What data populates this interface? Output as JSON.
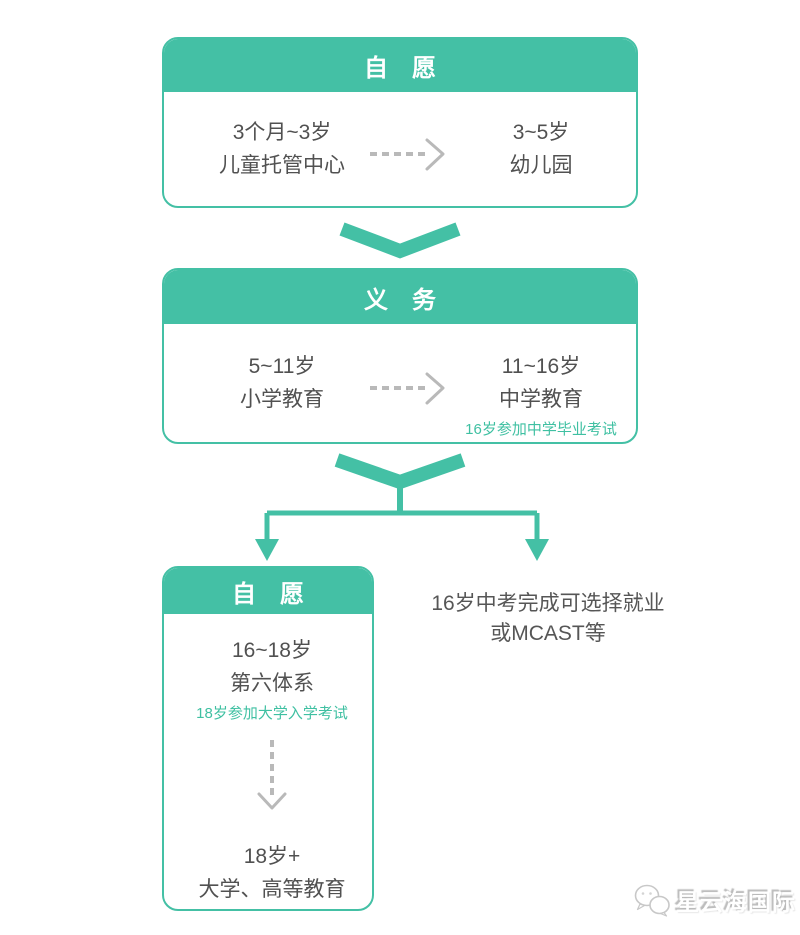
{
  "colors": {
    "teal": "#44C0A5",
    "body_text": "#515151",
    "note_teal": "#3FC0A2",
    "dashed_arrow_gray": "#B9B9B9",
    "watermark_gray": "#C8C8C8",
    "background": "#FFFFFF"
  },
  "icons": {
    "chevron_down_icon": "thick teal V chevron",
    "branch_split_icon": "teal Y split with two arrowheads",
    "dashed_arrow_right_icon": "gray dashed arrow pointing right",
    "dashed_arrow_down_icon": "gray dashed arrow pointing down",
    "wechat_icon": "two chat bubbles watermark"
  },
  "flow": {
    "stage1": {
      "header": "自　愿",
      "left": {
        "line1": "3个月~3岁",
        "line2": "儿童托管中心"
      },
      "right": {
        "line1": "3~5岁",
        "line2": "幼儿园"
      }
    },
    "stage2": {
      "header": "义　务",
      "left": {
        "line1": "5~11岁",
        "line2": "小学教育"
      },
      "right": {
        "line1": "11~16岁",
        "line2": "中学教育",
        "note": "16岁参加中学毕业考试"
      }
    },
    "stage3": {
      "header": "自　愿",
      "top": {
        "line1": "16~18岁",
        "line2": "第六体系",
        "note": "18岁参加大学入学考试"
      },
      "bottom": {
        "line1": "18岁+",
        "line2": "大学、高等教育"
      }
    },
    "branch_right": {
      "line1": "16岁中考完成可选择就业",
      "line2": "或MCAST等"
    }
  },
  "watermark": {
    "text": "星云海国际"
  }
}
